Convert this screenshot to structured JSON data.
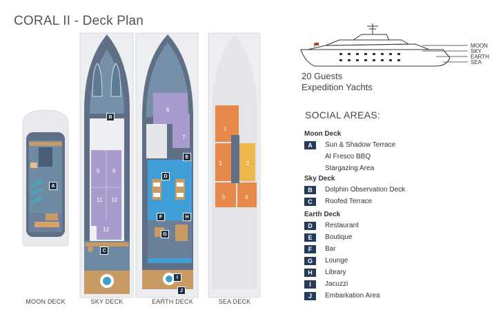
{
  "title": "CORAL II - Deck Plan",
  "deck_labels": {
    "moon": "MOON DECK",
    "sky": "SKY DECK",
    "earth": "EARTH DECK",
    "sea": "SEA DECK"
  },
  "profile_labels": [
    "MOON",
    "SKY",
    "EARTH",
    "SEA"
  ],
  "guests_line1": "20 Guests",
  "guests_line2": "Expedition Yachts",
  "social_title": "SOCIAL AREAS:",
  "legend": {
    "moon": {
      "heading": "Moon Deck",
      "items": [
        {
          "badge": "A",
          "label": "Sun & Shadow Terrace"
        },
        {
          "badge": "",
          "label": "Al Fresco BBQ"
        },
        {
          "badge": "",
          "label": "Stargazing Area"
        }
      ]
    },
    "sky": {
      "heading": "Sky Deck",
      "items": [
        {
          "badge": "B",
          "label": "Dolphin Observation Deck"
        },
        {
          "badge": "C",
          "label": "Roofed Terrace"
        }
      ]
    },
    "earth": {
      "heading": "Earth Deck",
      "items": [
        {
          "badge": "D",
          "label": "Restaurant"
        },
        {
          "badge": "E",
          "label": "Boutique"
        },
        {
          "badge": "F",
          "label": "Bar"
        },
        {
          "badge": "G",
          "label": "Lounge"
        },
        {
          "badge": "H",
          "label": "Library"
        },
        {
          "badge": "I",
          "label": "Jacuzzi"
        },
        {
          "badge": "J",
          "label": "Embarkation Area"
        }
      ]
    }
  },
  "cabins": {
    "sky": [
      "9",
      "8",
      "11",
      "10",
      "12"
    ],
    "earth": [
      "6",
      "7"
    ],
    "sea": [
      "1",
      "3",
      "2",
      "5",
      "4"
    ]
  },
  "map_badges": {
    "moon": [
      "A"
    ],
    "sky": [
      "B",
      "C"
    ],
    "earth": [
      "D",
      "E",
      "F",
      "H",
      "G",
      "I",
      "J"
    ]
  },
  "colors": {
    "navy": "#243b5a",
    "deck_blue": "#5f7d97",
    "cabin_purple": "#a99ccc",
    "cabin_orange": "#e8894c",
    "cabin_yellow": "#edb84b",
    "hull_grey": "#e4e6e9",
    "wood": "#c89a64"
  }
}
